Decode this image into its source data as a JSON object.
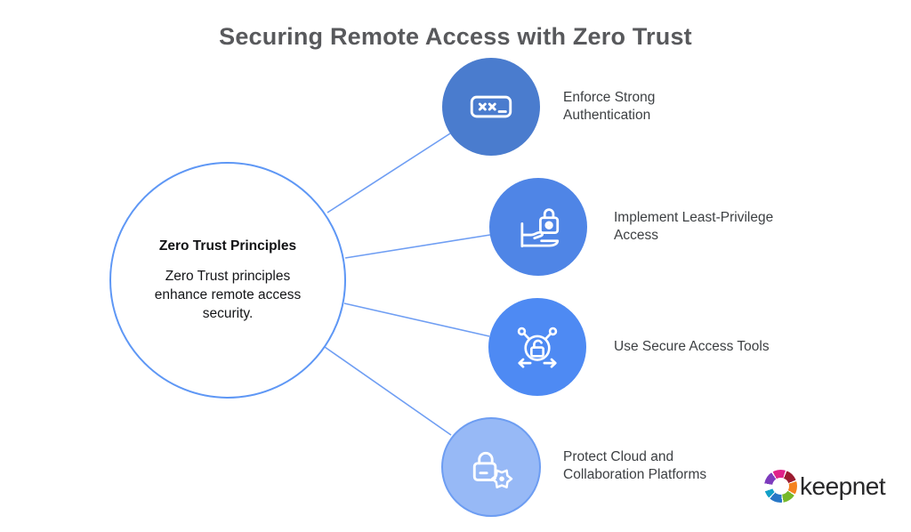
{
  "title": "Securing Remote Access with Zero Trust",
  "center_node": {
    "heading": "Zero Trust Principles",
    "description": "Zero Trust principles enhance remote access security.",
    "border_color": "#5e97f5"
  },
  "nodes": [
    {
      "label": "Enforce Strong Authentication",
      "icon": "password-field-icon",
      "fill": "#4a7cce"
    },
    {
      "label": "Implement Least-Privilege Access",
      "icon": "lock-on-hand-icon",
      "fill": "#4f85e6"
    },
    {
      "label": "Use Secure Access Tools",
      "icon": "secure-network-lock-icon",
      "fill": "#4e8af3"
    },
    {
      "label": "Protect Cloud and Collaboration Platforms",
      "icon": "lock-and-gear-icon",
      "fill": "#97b9f6",
      "border": "#6d9df2"
    }
  ],
  "connector_color": "#6f9ef3",
  "label_color": "#3d4043",
  "title_color": "#58595c",
  "brand": {
    "wordmark": "keepnet",
    "ring_colors": [
      "#7d3bbd",
      "#e0218a",
      "#9b1b30",
      "#f5821f",
      "#76b82a",
      "#2776c6",
      "#12a0c8"
    ]
  }
}
